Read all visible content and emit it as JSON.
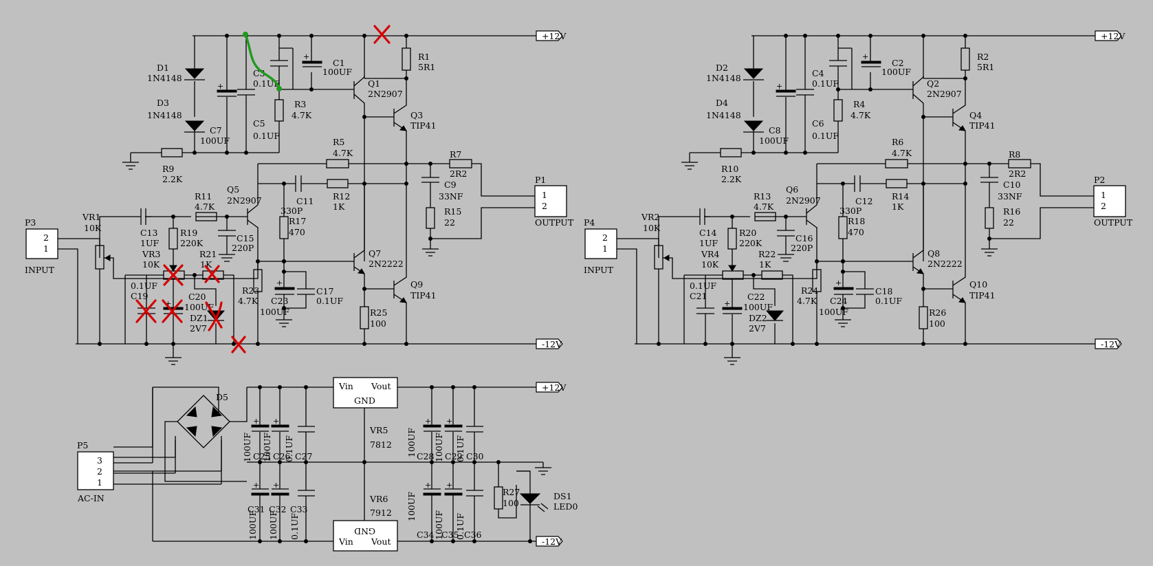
{
  "amp_left": {
    "rail_pos": "+12V",
    "rail_neg": "-12V",
    "d1": [
      "D1",
      "1N4148"
    ],
    "d3": [
      "D3",
      "1N4148"
    ],
    "c7": [
      "C7",
      "100UF"
    ],
    "c3": [
      "C3",
      "0.1UF"
    ],
    "c5": [
      "C5",
      "0.1UF"
    ],
    "c1": [
      "C1",
      "100UF"
    ],
    "r3": [
      "R3",
      "4.7K"
    ],
    "r1": [
      "R1",
      "5R1"
    ],
    "q1": [
      "Q1",
      "2N2907"
    ],
    "q3": [
      "Q3",
      "TIP41"
    ],
    "r9": [
      "R9",
      "2.2K"
    ],
    "r5": [
      "R5",
      "4.7K"
    ],
    "r7": [
      "R7",
      "2R2"
    ],
    "c9": [
      "C9",
      "33NF"
    ],
    "p1": [
      "P1",
      "1",
      "2",
      "OUTPUT"
    ],
    "r15": [
      "R15",
      "22"
    ],
    "q5": [
      "Q5",
      "2N2907"
    ],
    "c11": [
      "C11",
      "330P"
    ],
    "r12": [
      "R12",
      "1K"
    ],
    "r11": [
      "R11",
      "4.7K"
    ],
    "r17": [
      "R17",
      "470"
    ],
    "c13": [
      "C13",
      "1UF"
    ],
    "r19": [
      "R19",
      "220K"
    ],
    "c15": [
      "C15",
      "220P"
    ],
    "vr1": [
      "VR1",
      "10K"
    ],
    "p3": [
      "P3",
      "2",
      "1",
      "INPUT"
    ],
    "vr3": [
      "VR3",
      "10K"
    ],
    "r21": [
      "R21",
      "1K"
    ],
    "c19": [
      "C19",
      "0.1UF"
    ],
    "c20": [
      "C20",
      "100UF"
    ],
    "dz1": [
      "DZ1",
      "2V7"
    ],
    "r23": [
      "R23",
      "4.7K"
    ],
    "c23": [
      "C23",
      "100UF"
    ],
    "c17": [
      "C17",
      "0.1UF"
    ],
    "q7": [
      "Q7",
      "2N2222"
    ],
    "q9": [
      "Q9",
      "TIP41"
    ],
    "r25": [
      "R25",
      "100"
    ]
  },
  "amp_right": {
    "rail_pos": "+12V",
    "rail_neg": "-12V",
    "d1": [
      "D2",
      "1N4148"
    ],
    "d3": [
      "D4",
      "1N4148"
    ],
    "c7": [
      "C8",
      "100UF"
    ],
    "c3": [
      "C4",
      "0.1UF"
    ],
    "c5": [
      "C6",
      "0.1UF"
    ],
    "c1": [
      "C2",
      "100UF"
    ],
    "r3": [
      "R4",
      "4.7K"
    ],
    "r1": [
      "R2",
      "5R1"
    ],
    "q1": [
      "Q2",
      "2N2907"
    ],
    "q3": [
      "Q4",
      "TIP41"
    ],
    "r9": [
      "R10",
      "2.2K"
    ],
    "r5": [
      "R6",
      "4.7K"
    ],
    "r7": [
      "R8",
      "2R2"
    ],
    "c9": [
      "C10",
      "33NF"
    ],
    "p1": [
      "P2",
      "1",
      "2",
      "OUTPUT"
    ],
    "r15": [
      "R16",
      "22"
    ],
    "q5": [
      "Q6",
      "2N2907"
    ],
    "c11": [
      "C12",
      "330P"
    ],
    "r12": [
      "R14",
      "1K"
    ],
    "r11": [
      "R13",
      "4.7K"
    ],
    "r17": [
      "R18",
      "470"
    ],
    "c13": [
      "C14",
      "1UF"
    ],
    "r19": [
      "R20",
      "220K"
    ],
    "c15": [
      "C16",
      "220P"
    ],
    "vr1": [
      "VR2",
      "10K"
    ],
    "p3": [
      "P4",
      "2",
      "1",
      "INPUT"
    ],
    "vr3": [
      "VR4",
      "10K"
    ],
    "r21": [
      "R22",
      "1K"
    ],
    "c19": [
      "C21",
      "0.1UF"
    ],
    "c20": [
      "C22",
      "100UF"
    ],
    "dz1": [
      "DZ2",
      "2V7"
    ],
    "r23": [
      "R24",
      "4.7K"
    ],
    "c23": [
      "C24",
      "100UF"
    ],
    "c17": [
      "C18",
      "0.1UF"
    ],
    "q7": [
      "Q8",
      "2N2222"
    ],
    "q9": [
      "Q10",
      "TIP41"
    ],
    "r25": [
      "R26",
      "100"
    ]
  },
  "psu": {
    "rail_pos": "+12V",
    "rail_neg": "-12V",
    "d5": "D5",
    "p5": [
      "P5",
      "3",
      "2",
      "1",
      "AC-IN"
    ],
    "vr5": [
      "VR5",
      "7812"
    ],
    "vr6": [
      "VR6",
      "7912"
    ],
    "vin": "Vin",
    "vout": "Vout",
    "gnd": "GND",
    "top_caps": [
      [
        "C25",
        "100UF"
      ],
      [
        "C26",
        "100UF"
      ],
      [
        "C27",
        "0.1UF"
      ],
      [
        "C28",
        "100UF"
      ],
      [
        "C29",
        "100UF"
      ],
      [
        "C30",
        "0.1UF"
      ]
    ],
    "bot_caps": [
      [
        "C31",
        "100UF"
      ],
      [
        "C32",
        "100UF"
      ],
      [
        "C33",
        "0.1UF"
      ],
      [
        "C34",
        "100UF"
      ],
      [
        "C35",
        "100UF"
      ],
      [
        "C36",
        "0.1UF"
      ]
    ],
    "r27": [
      "R27",
      "100"
    ],
    "ds1": [
      "DS1",
      "LED0"
    ]
  },
  "colors": {
    "background": "#c0c0c0",
    "annotation_cross": "#d40000",
    "annotation_wire": "#1f9a1f"
  }
}
